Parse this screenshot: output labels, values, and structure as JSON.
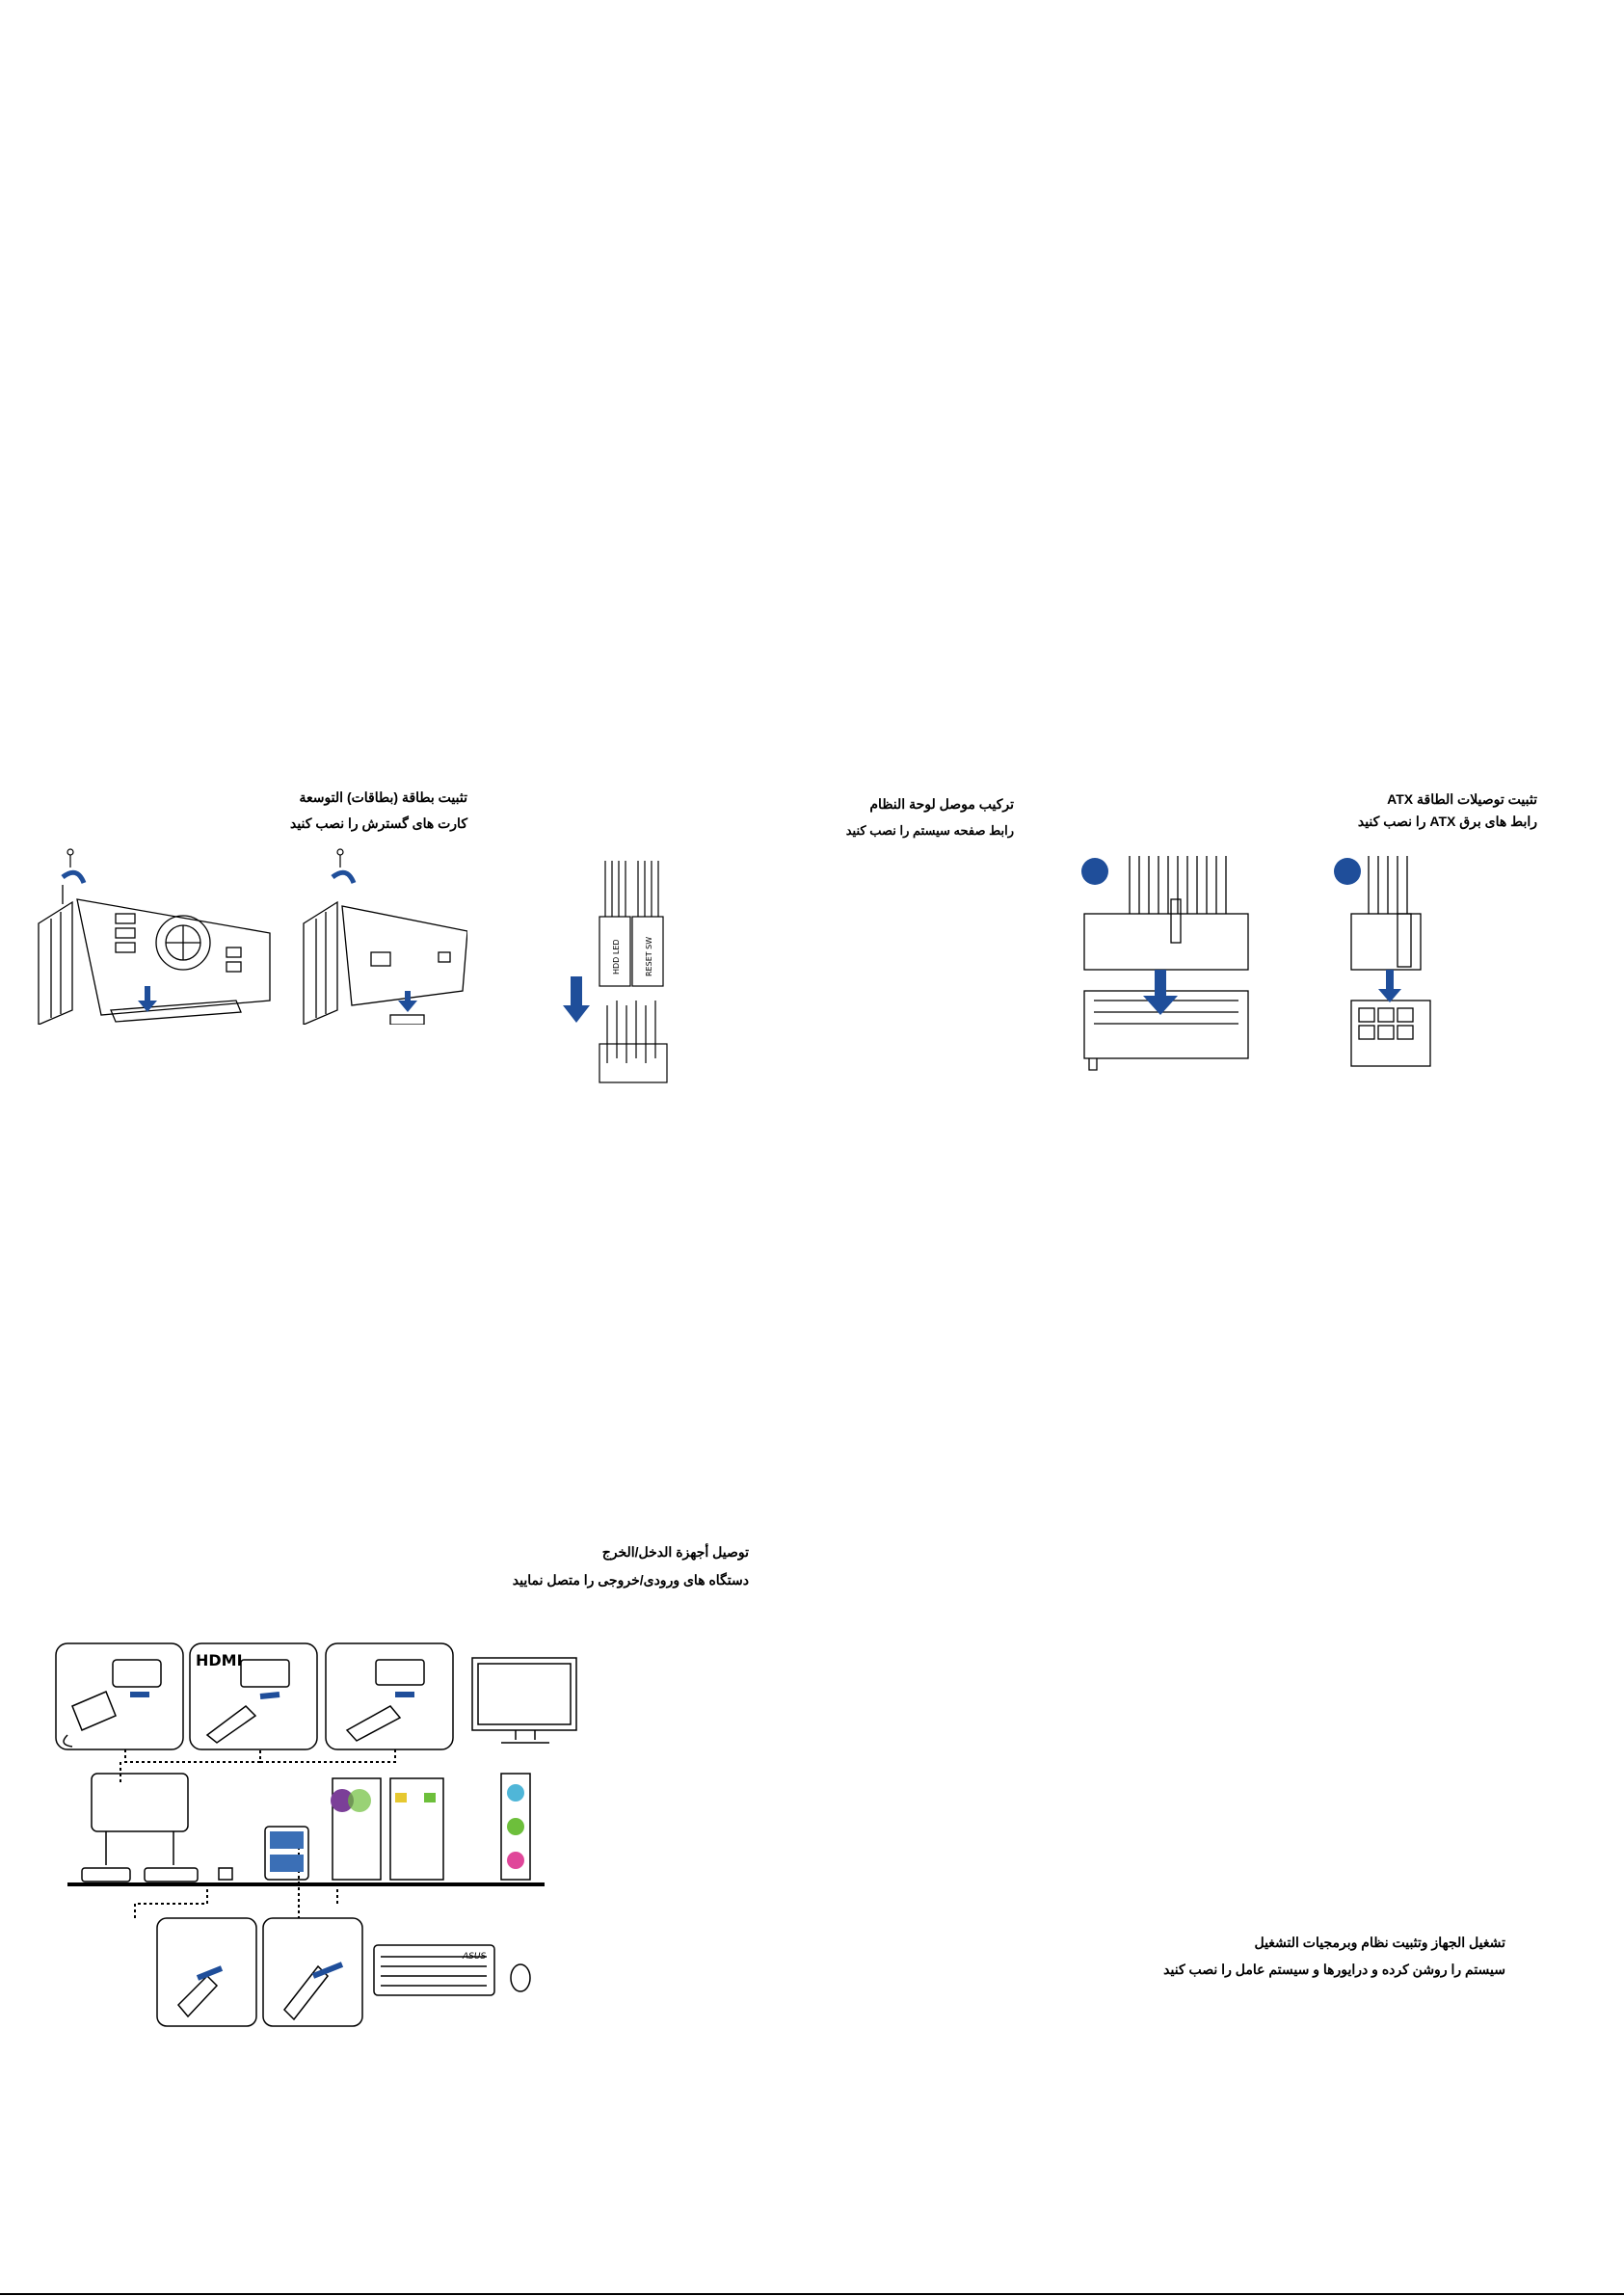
{
  "sections": {
    "expansion_card": {
      "title": "تثبيت بطاقة (بطاقات) التوسعة",
      "subtitle": "کارت های گسترش را نصب کنید"
    },
    "system_panel": {
      "title": "تركيب موصل لوحة النظام",
      "subtitle": "رابط صفحه سیستم را نصب کنید"
    },
    "atx_power": {
      "title": "تثبيت توصيلات الطاقة ATX",
      "subtitle": "رابط های برق ATX را نصب کنید"
    },
    "io_devices": {
      "title": "توصيل أجهزة الدخل/الخرج",
      "subtitle": "دستگاه های ورودی/خروجی را متصل نمایید"
    },
    "power_on": {
      "title": "تشغيل الجهاز وتثبيت نظام وبرمجيات التشغيل",
      "subtitle": "سیستم را روشن کرده و درایورها و سیستم عامل را نصب کنید"
    }
  },
  "labels": {
    "hdd_led": "HDD LED",
    "reset_sw": "RESET SW",
    "hdmi": "HDMI",
    "asus": "ASUS"
  },
  "icons": {
    "screw": "screw-icon",
    "rotate": "rotate-arrow-icon",
    "down": "down-arrow-icon"
  },
  "colors": {
    "accent_blue": "#1f4e9a",
    "audio_blue": "#4fb6d8",
    "audio_green": "#6dbf3b",
    "audio_pink": "#e0479a",
    "ps2_purple": "#7b3f98",
    "line": "#000000"
  }
}
